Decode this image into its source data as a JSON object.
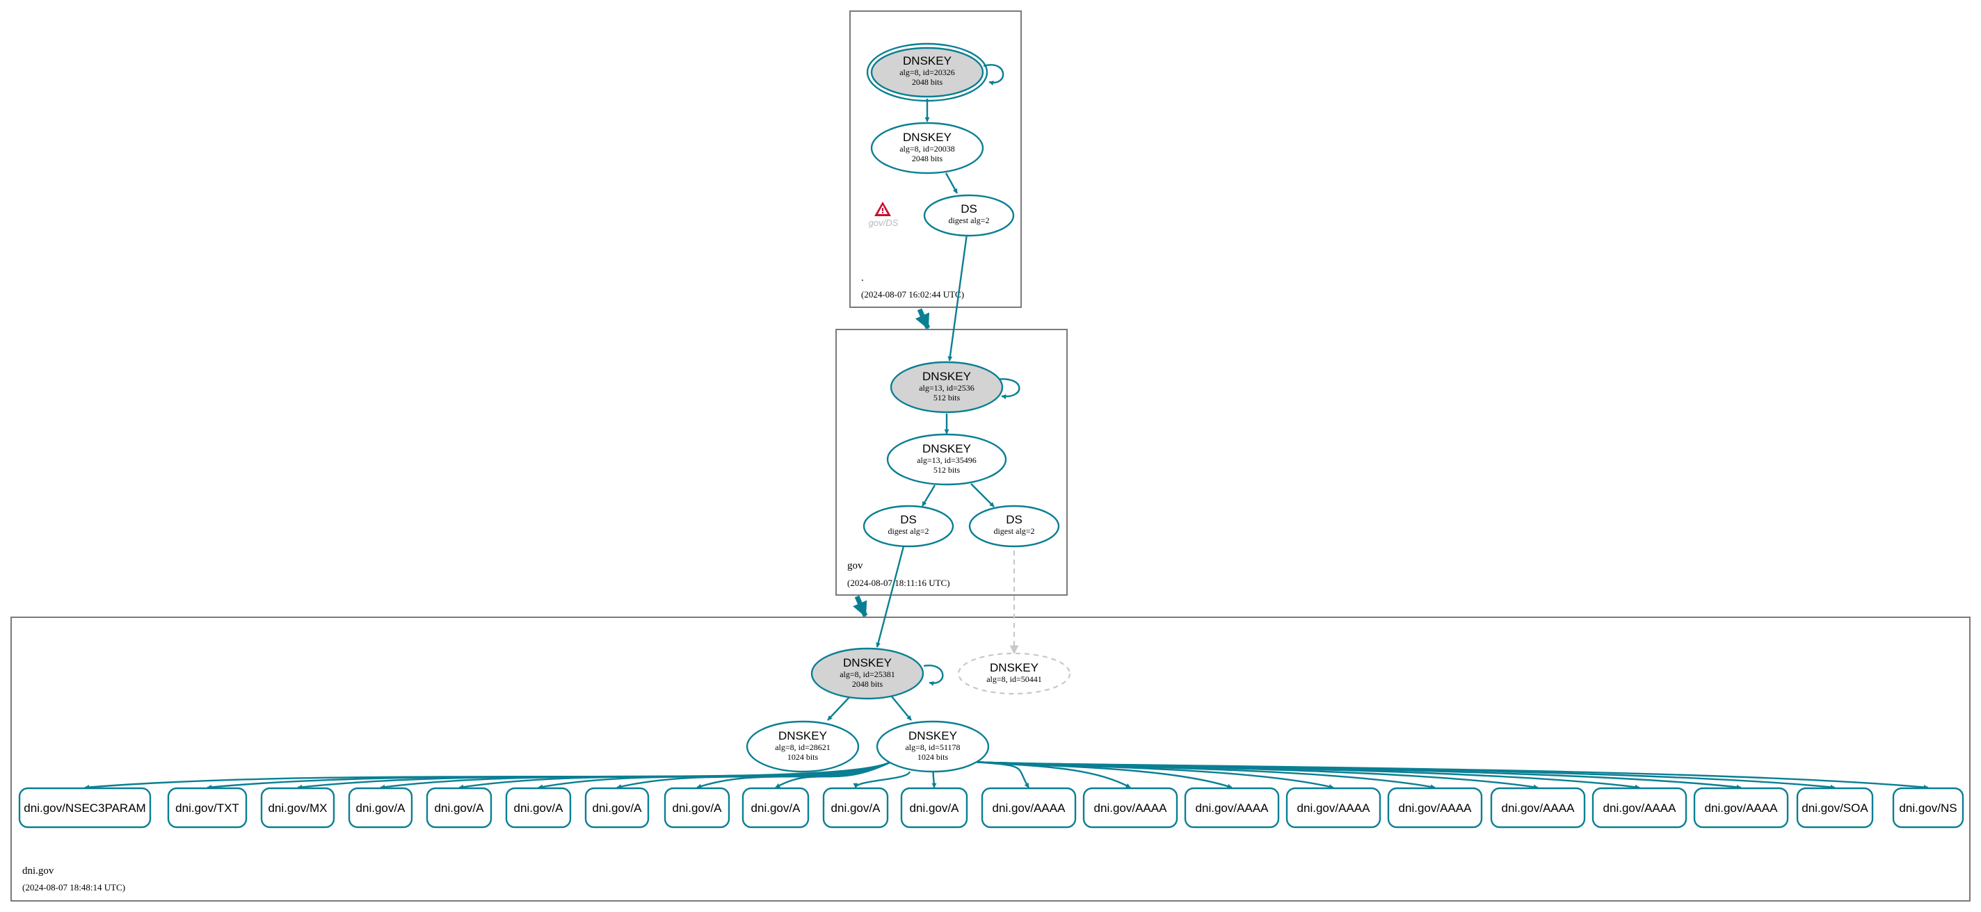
{
  "colors": {
    "edge": "#0a7f93",
    "node_stroke": "#0a7f93",
    "sep_fill": "#d3d3d3",
    "insecure_dash": "#c8c8c8",
    "warning": "#c8102e",
    "zone_border": "#7a7a7a"
  },
  "zones": {
    "root": {
      "name": ".",
      "timestamp": "(2024-08-07 16:02:44 UTC)"
    },
    "gov": {
      "name": "gov",
      "timestamp": "(2024-08-07 18:11:16 UTC)"
    },
    "dni": {
      "name": "dni.gov",
      "timestamp": "(2024-08-07 18:48:14 UTC)"
    }
  },
  "nodes": {
    "root_ksk": {
      "title": "DNSKEY",
      "line1": "alg=8, id=20326",
      "line2": "2048 bits"
    },
    "root_zsk": {
      "title": "DNSKEY",
      "line1": "alg=8, id=20038",
      "line2": "2048 bits"
    },
    "root_ds": {
      "title": "DS",
      "line1": "digest alg=2"
    },
    "root_warning": {
      "label": "gov/DS",
      "icon": "warning-triangle-icon"
    },
    "gov_ksk": {
      "title": "DNSKEY",
      "line1": "alg=13, id=2536",
      "line2": "512 bits"
    },
    "gov_zsk": {
      "title": "DNSKEY",
      "line1": "alg=13, id=35496",
      "line2": "512 bits"
    },
    "gov_ds1": {
      "title": "DS",
      "line1": "digest alg=2"
    },
    "gov_ds2": {
      "title": "DS",
      "line1": "digest alg=2"
    },
    "dni_ksk": {
      "title": "DNSKEY",
      "line1": "alg=8, id=25381",
      "line2": "2048 bits"
    },
    "dni_missing": {
      "title": "DNSKEY",
      "line1": "alg=8, id=50441"
    },
    "dni_key2": {
      "title": "DNSKEY",
      "line1": "alg=8, id=28621",
      "line2": "1024 bits"
    },
    "dni_zsk": {
      "title": "DNSKEY",
      "line1": "alg=8, id=51178",
      "line2": "1024 bits"
    }
  },
  "rrsets": [
    "dni.gov/NSEC3PARAM",
    "dni.gov/TXT",
    "dni.gov/MX",
    "dni.gov/A",
    "dni.gov/A",
    "dni.gov/A",
    "dni.gov/A",
    "dni.gov/A",
    "dni.gov/A",
    "dni.gov/A",
    "dni.gov/A",
    "dni.gov/AAAA",
    "dni.gov/AAAA",
    "dni.gov/AAAA",
    "dni.gov/AAAA",
    "dni.gov/AAAA",
    "dni.gov/AAAA",
    "dni.gov/AAAA",
    "dni.gov/AAAA",
    "dni.gov/SOA",
    "dni.gov/NS"
  ]
}
